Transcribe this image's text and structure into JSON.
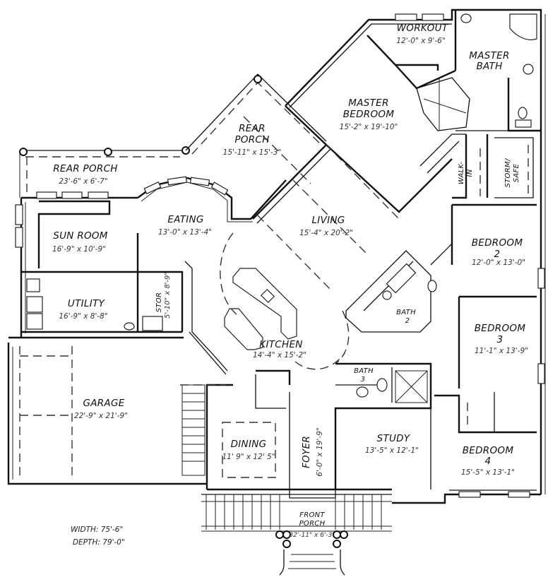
{
  "plan": {
    "title": "Floor Plan",
    "summary": {
      "width_label": "WIDTH: 75'-6\"",
      "depth_label": "DEPTH: 79'-0\""
    },
    "rooms": {
      "rear_porch_left": {
        "name": "REAR PORCH",
        "dims": "23'-6\" x 6'-7\""
      },
      "rear_porch_angled": {
        "name_line1": "REAR",
        "name_line2": "PORCH",
        "dims": "15'-11\" x 15'-3\""
      },
      "sun_room": {
        "name": "SUN ROOM",
        "dims": "16'-9\" x 10'-9\""
      },
      "eating": {
        "name": "EATING",
        "dims": "13'-0\" x 13'-4\""
      },
      "utility": {
        "name": "UTILITY",
        "dims": "16'-9\" x 8'-8\""
      },
      "stor": {
        "name": "STOR",
        "dims": "5'-10\" x 8'-9\""
      },
      "garage": {
        "name": "GARAGE",
        "dims": "22'-9\" x 21'-9\""
      },
      "kitchen": {
        "name": "KITCHEN",
        "dims": "14'-4\" x 15'-2\""
      },
      "dining": {
        "name": "DINING",
        "dims": "11' 9\" x 12' 5\""
      },
      "foyer": {
        "name": "FOYER",
        "dims": "6'-0\" x 19'-9\""
      },
      "front_porch": {
        "name_line1": "FRONT",
        "name_line2": "PORCH",
        "dims": "32'-11\" x 6'-3\""
      },
      "living": {
        "name": "LIVING",
        "dims": "15'-4\" x 20'-2\""
      },
      "master_bedroom": {
        "name_line1": "MASTER",
        "name_line2": "BEDROOM",
        "dims": "15'-2\" x 19'-10\""
      },
      "workout": {
        "name": "WORKOUT",
        "dims": "12'-0\" x 9'-6\""
      },
      "master_bath": {
        "name_line1": "MASTER",
        "name_line2": "BATH"
      },
      "walk_in": {
        "name_line1": "WALK-",
        "name_line2": "IN"
      },
      "storm_safe": {
        "name_line1": "STORM/",
        "name_line2": "SAFE"
      },
      "bedroom_2": {
        "name_line1": "BEDROOM",
        "name_line2": "2",
        "dims": "12'-0\" x 13'-0\""
      },
      "bath_2": {
        "name_line1": "BATH",
        "name_line2": "2"
      },
      "bedroom_3": {
        "name_line1": "BEDROOM",
        "name_line2": "3",
        "dims": "11'-1\" x 13'-9\""
      },
      "bath_3": {
        "name_line1": "BATH",
        "name_line2": "3"
      },
      "study": {
        "name": "STUDY",
        "dims": "13'-5\" x 12'-1\""
      },
      "bedroom_4": {
        "name_line1": "BEDROOM",
        "name_line2": "4",
        "dims": "15'-5\" x 13'-1\""
      }
    }
  }
}
